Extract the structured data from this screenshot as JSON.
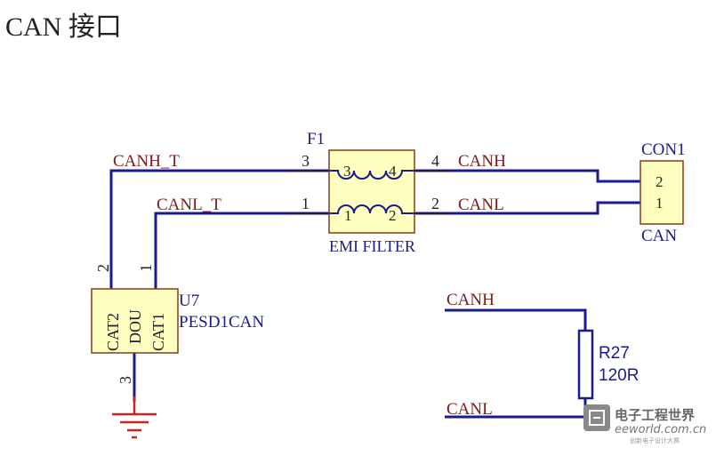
{
  "title": "CAN 接口",
  "colors": {
    "wire": "#1a1a8c",
    "net_label": "#7a1a1a",
    "designator": "#1a1a8c",
    "body_fill": "#ffffc0",
    "body_stroke": "#8a3a1a",
    "ground": "#cc2222",
    "resistor_stroke": "#1a1a8c"
  },
  "filter": {
    "designator": "F1",
    "value": "EMI FILTER",
    "pins": {
      "p3": "3",
      "p4": "4",
      "p1": "1",
      "p2": "2"
    },
    "outer_pins": {
      "p3": "3",
      "p4": "4",
      "p1": "1",
      "p2": "2"
    }
  },
  "connector": {
    "designator": "CON1",
    "value": "CAN",
    "pins": {
      "p2": "2",
      "p1": "1"
    }
  },
  "tvs": {
    "designator": "U7",
    "value": "PESD1CAN",
    "pin_names": {
      "cat2": "CAT2",
      "dou": "DOU",
      "cat1": "CAT1"
    },
    "pins": {
      "p2": "2",
      "p1": "1",
      "p3": "3"
    }
  },
  "resistor": {
    "designator": "R27",
    "value": "120R"
  },
  "nets": {
    "canh_t": "CANH_T",
    "canl_t": "CANL_T",
    "canh": "CANH",
    "canl": "CANL",
    "canh_r": "CANH",
    "canl_r": "CANL"
  },
  "watermark": {
    "brand": "电子工程世界",
    "domain": "eeworld.com.cn",
    "slogan": "创新电子设计大赛"
  }
}
